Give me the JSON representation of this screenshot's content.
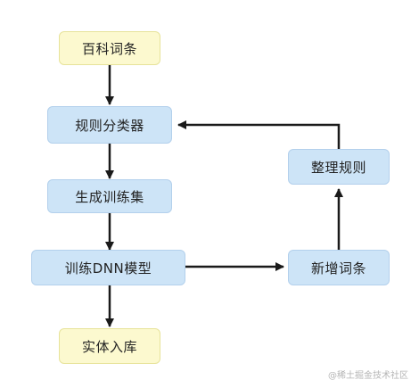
{
  "nodes": {
    "baike": "百科词条",
    "rule_classifier": "规则分类器",
    "gen_train_set": "生成训练集",
    "train_dnn": "训练DNN模型",
    "entity_store": "实体入库",
    "new_terms": "新增词条",
    "organize_rules": "整理规则"
  },
  "watermark": "@稀土掘金技术社区",
  "colors": {
    "yellow_fill": "#fcf9cf",
    "blue_fill": "#cde4f7",
    "arrow": "#1a1a1a"
  }
}
